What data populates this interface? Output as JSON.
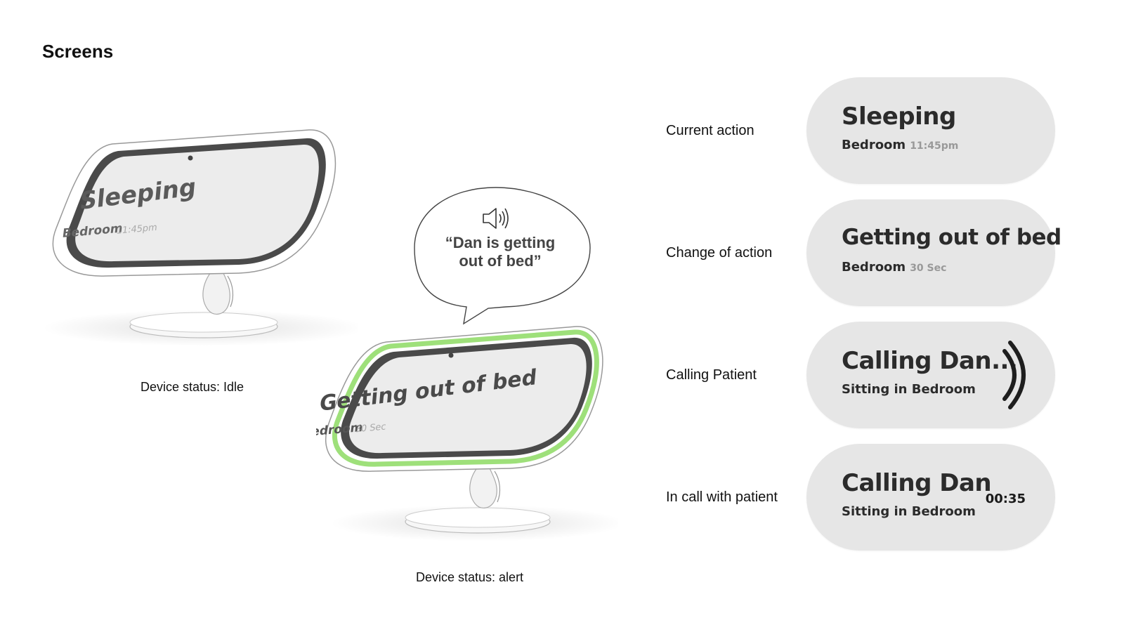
{
  "page": {
    "title": "Screens"
  },
  "devices": {
    "idle": {
      "screen_status": "Sleeping",
      "screen_location": "Bedroom",
      "screen_time": "11:45pm",
      "caption": "Device status: Idle"
    },
    "alert": {
      "screen_status": "Getting out of bed",
      "screen_location": "Bedroom",
      "screen_time": "30 Sec",
      "caption": "Device status: alert",
      "speech_line1": "“Dan is getting",
      "speech_line2": "out of bed”",
      "speaker_icon": "speaker-icon",
      "glow_color": "#9ee07a"
    }
  },
  "states": [
    {
      "label": "Current action",
      "main": "Sleeping",
      "sub": "Bedroom",
      "meta": "11:45pm"
    },
    {
      "label": "Change of action",
      "main": "Getting out of bed",
      "sub": "Bedroom",
      "meta": "30 Sec"
    },
    {
      "label": "Calling Patient",
      "main": "Calling Dan...",
      "sub": "Sitting in Bedroom",
      "icon": "call-waves-icon"
    },
    {
      "label": "In call with patient",
      "main": "Calling Dan",
      "sub": "Sitting in Bedroom",
      "timer": "00:35"
    }
  ],
  "colors": {
    "pill_bg": "#e6e6e6",
    "text_dark": "#2b2b2b",
    "meta_gray": "#999999"
  }
}
